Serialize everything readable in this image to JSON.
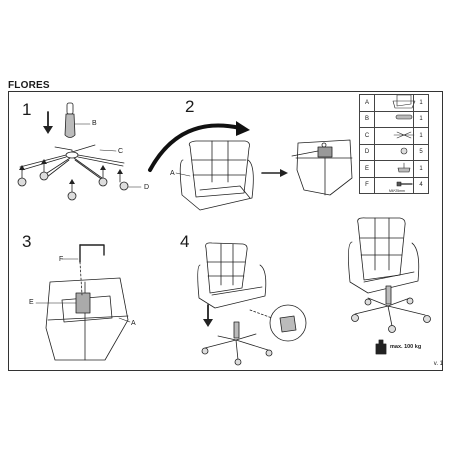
{
  "document": {
    "title": "FLORES",
    "version": "v. 1"
  },
  "steps": [
    {
      "number": "1",
      "labels": [
        "B",
        "C",
        "D"
      ]
    },
    {
      "number": "2",
      "labels": [
        "A"
      ]
    },
    {
      "number": "3",
      "labels": [
        "F",
        "E",
        "A"
      ]
    },
    {
      "number": "4",
      "labels": []
    }
  ],
  "parts": [
    {
      "letter": "A",
      "qty": "1",
      "icon": "seat-icon",
      "note": ""
    },
    {
      "letter": "B",
      "qty": "1",
      "icon": "gas-lift-icon",
      "note": ""
    },
    {
      "letter": "C",
      "qty": "1",
      "icon": "star-base-icon",
      "note": ""
    },
    {
      "letter": "D",
      "qty": "5",
      "icon": "caster-icon",
      "note": ""
    },
    {
      "letter": "E",
      "qty": "1",
      "icon": "mechanism-icon",
      "note": ""
    },
    {
      "letter": "F",
      "qty": "4",
      "icon": "bolt-icon",
      "note": "M6*25mm"
    }
  ],
  "weight": {
    "label": "max. 100 kg"
  }
}
